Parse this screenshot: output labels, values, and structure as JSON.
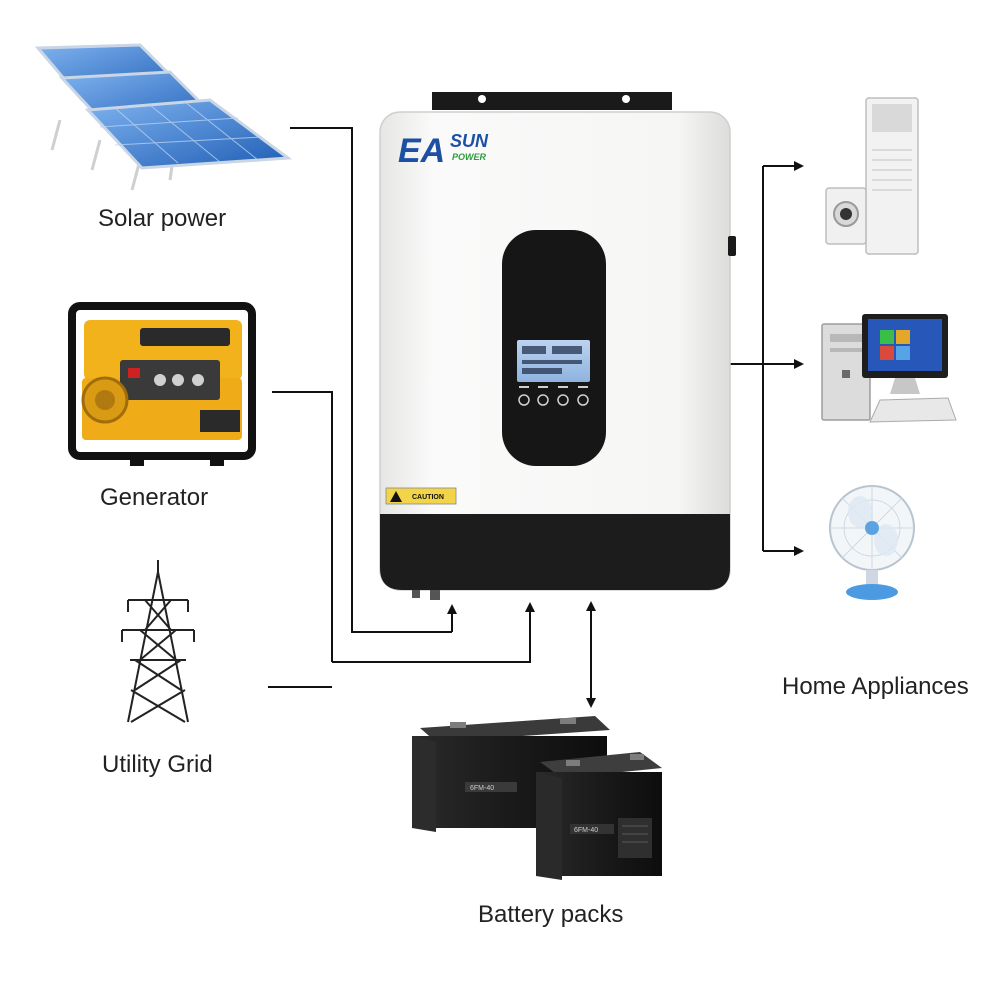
{
  "sources": {
    "solar_label": "Solar power",
    "generator_label": "Generator",
    "grid_label": "Utility Grid"
  },
  "inverter": {
    "brand_main": "EA",
    "brand_sun": "SUN",
    "brand_power": "POWER",
    "caution_text": "CAUTION"
  },
  "loads": {
    "label": "Home Appliances"
  },
  "storage": {
    "label": "Battery packs",
    "battery_model": "6FM-40"
  },
  "colors": {
    "line": "#111111",
    "inverter_body": "#f4f4f2",
    "inverter_base": "#1c1c1c",
    "panel_blue": "#2d6fc6",
    "generator_yellow": "#f2b21c",
    "label_text": "#222222"
  },
  "icons": [
    "solar-panel-icon",
    "generator-icon",
    "transmission-tower-icon",
    "inverter-icon",
    "air-conditioner-icon",
    "computer-icon",
    "fan-icon",
    "battery-icon"
  ]
}
